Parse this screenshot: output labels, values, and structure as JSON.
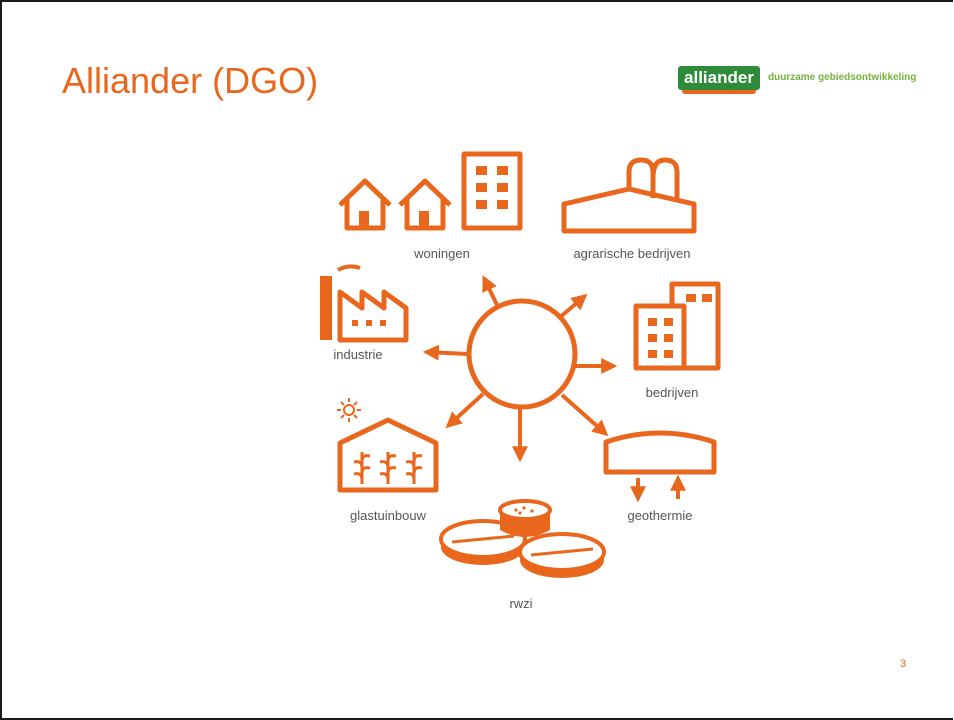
{
  "slide": {
    "title": "Alliander (DGO)",
    "page_number": "3"
  },
  "logo": {
    "wordmark": "alliander",
    "tagline": "duurzame gebiedsontwikkeling"
  },
  "diagram": {
    "center": "central-hub",
    "labels": {
      "woningen": "woningen",
      "agrarische_bedrijven": "agrarische bedrijven",
      "industrie": "industrie",
      "bedrijven": "bedrijven",
      "glastuinbouw": "glastuinbouw",
      "geothermie": "geothermie",
      "rwzi": "rwzi"
    },
    "icons": [
      "houses-icon",
      "farm-icon",
      "factory-icon",
      "office-buildings-icon",
      "greenhouse-icon",
      "sun-icon",
      "geothermal-icon",
      "water-treatment-icon"
    ]
  },
  "colors": {
    "accent": "#e8671d",
    "logo_green": "#2e8b3a",
    "tagline_green": "#73b43c",
    "label_gray": "#555555"
  }
}
